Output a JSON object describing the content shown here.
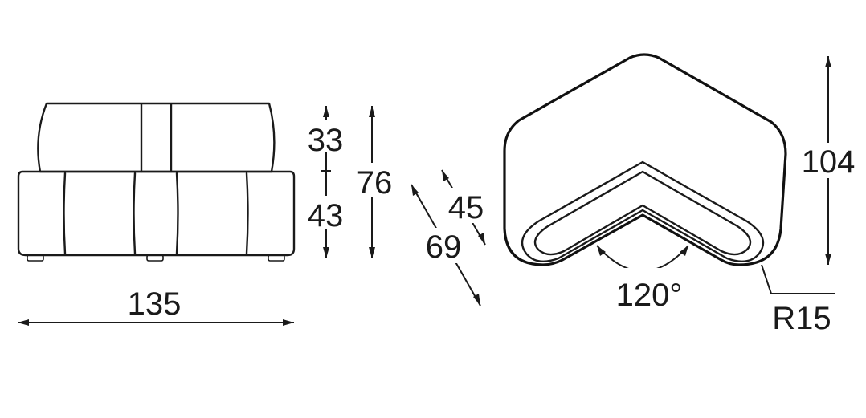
{
  "dimensions": {
    "width_front": "135",
    "backrest_height": "33",
    "seat_height": "43",
    "total_height": "76",
    "seat_depth": "45",
    "total_depth": "69",
    "plan_depth": "104",
    "angle": "120°",
    "radius": "R15"
  }
}
